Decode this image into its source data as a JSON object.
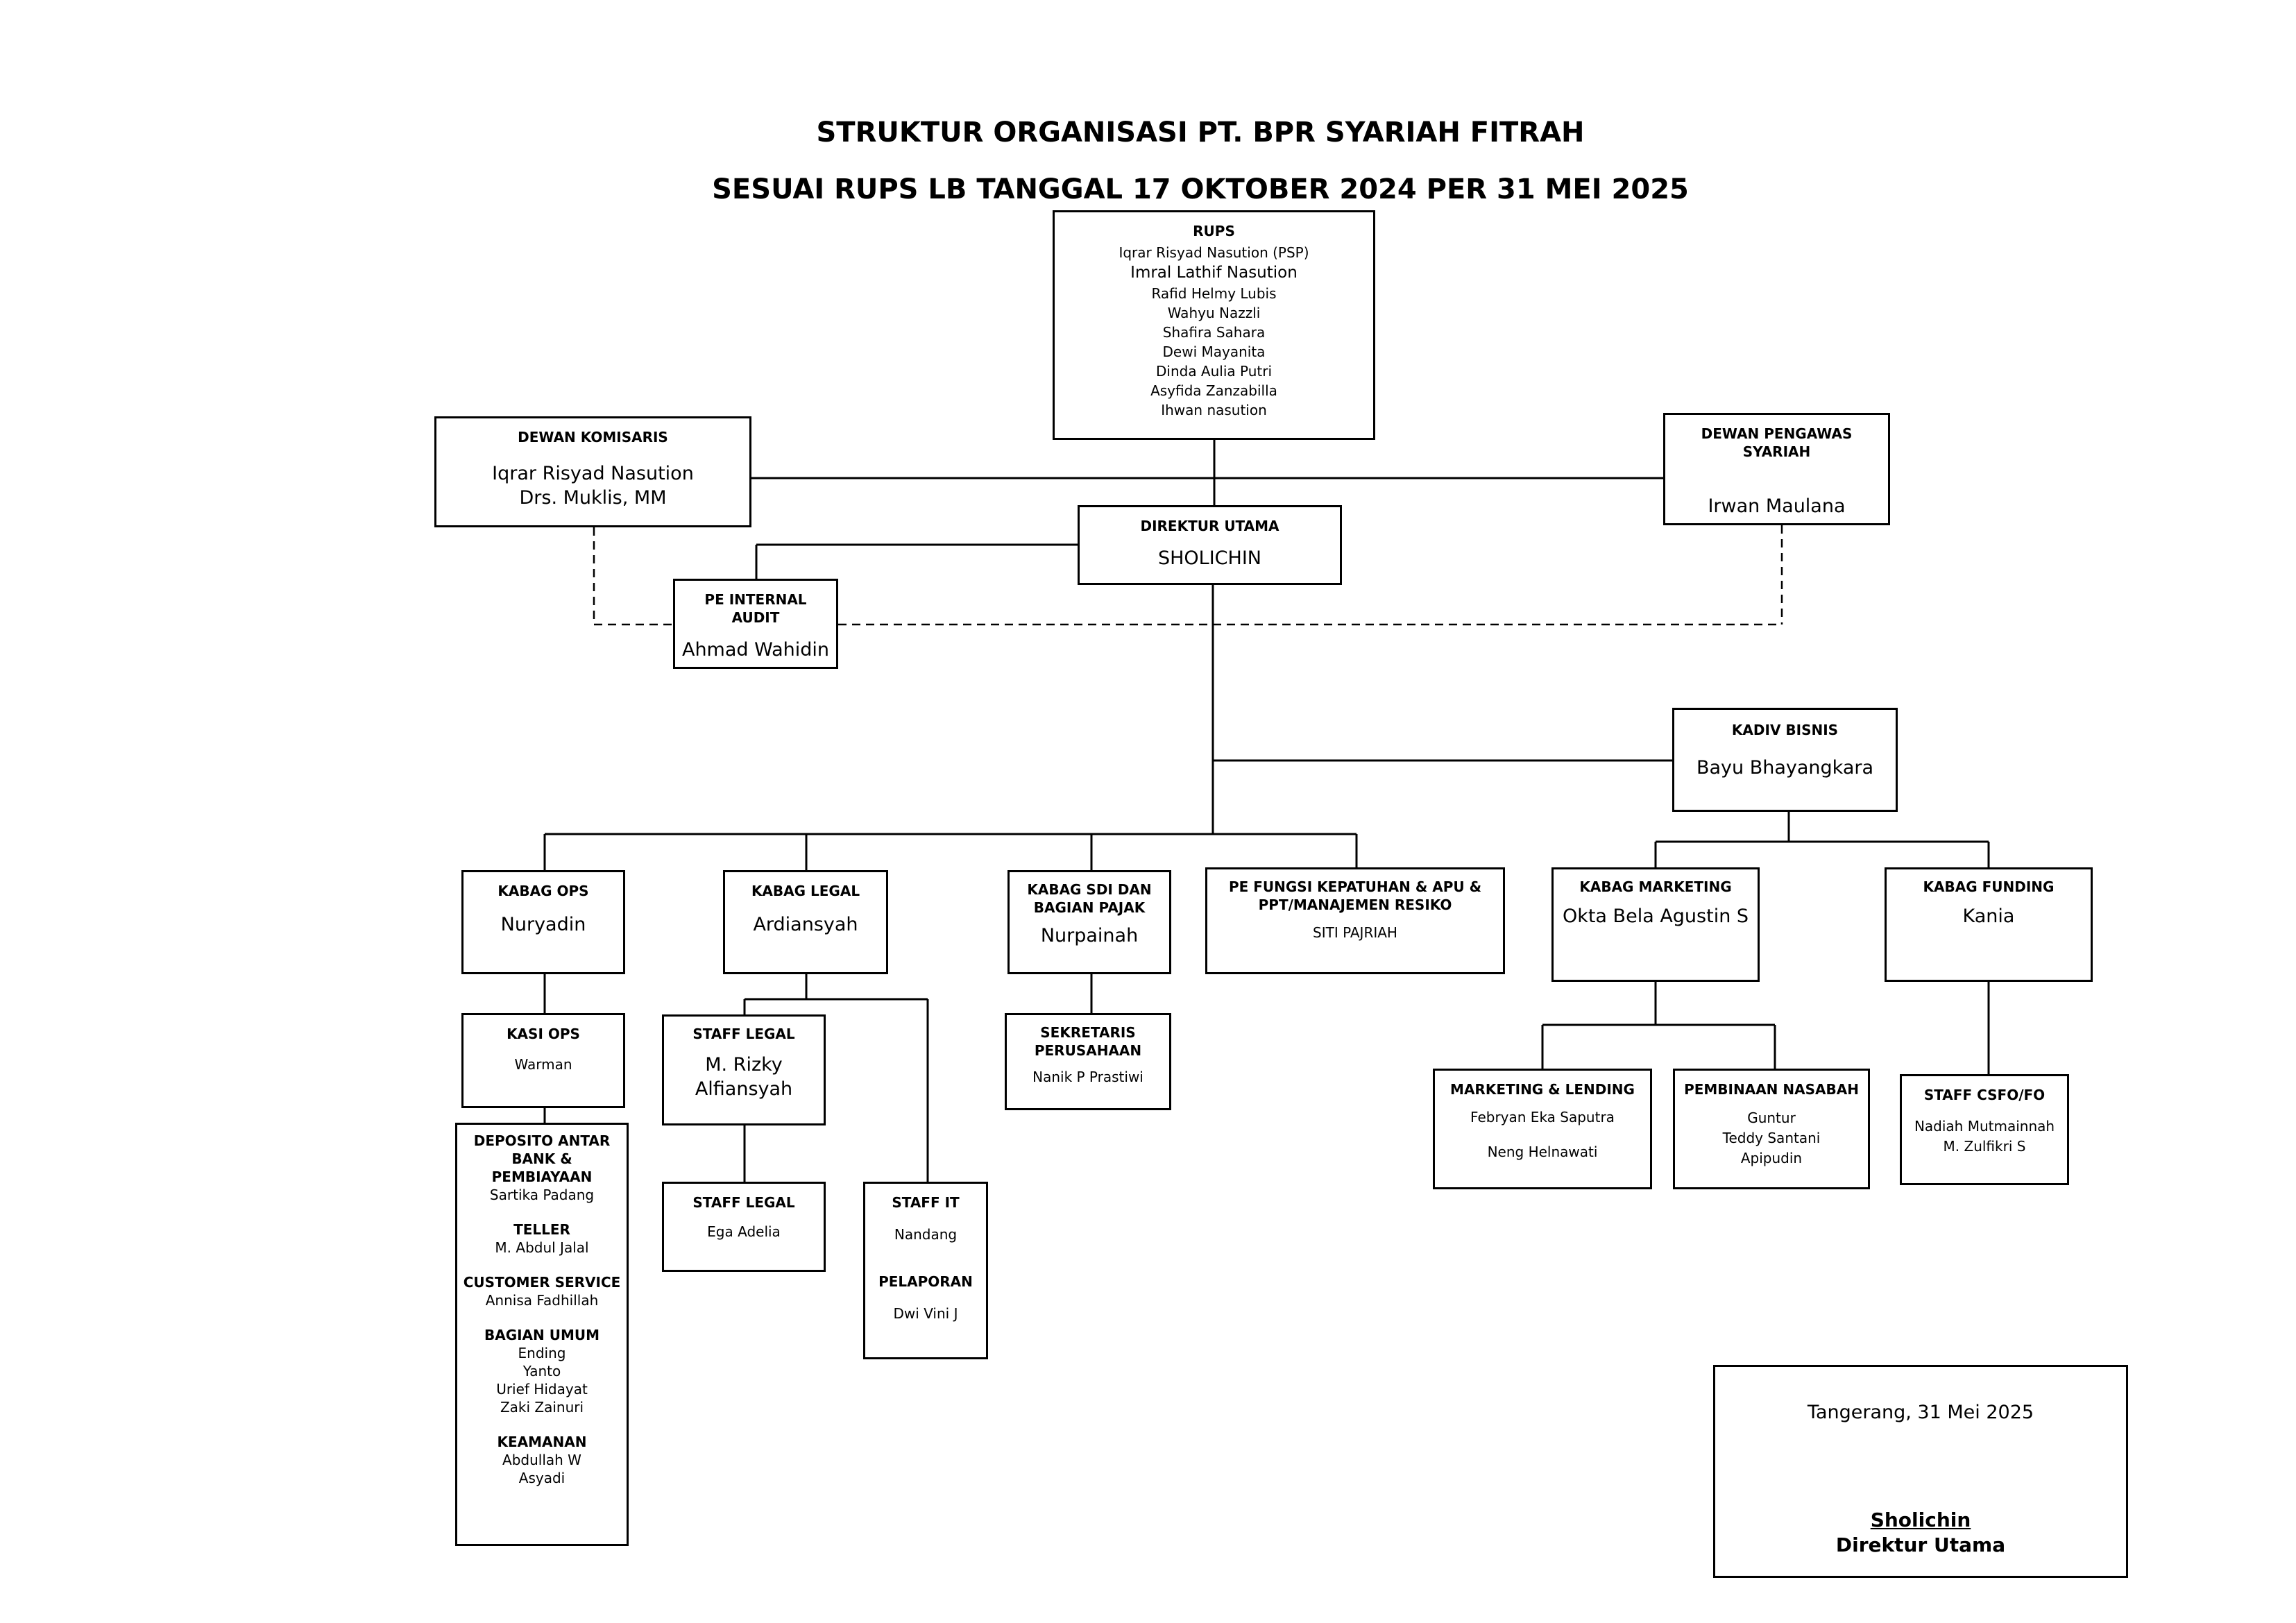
{
  "title": "STRUKTUR ORGANISASI PT. BPR SYARIAH FITRAH",
  "subtitle": "SESUAI RUPS LB TANGGAL 17 OKTOBER 2024 PER 31 MEI 2025",
  "rups": {
    "label": "RUPS",
    "members": [
      "Iqrar Risyad Nasution (PSP)",
      "Imral Lathif Nasution",
      "Rafid Helmy Lubis",
      "Wahyu Nazzli",
      "Shafira Sahara",
      "Dewi Mayanita",
      "Dinda Aulia Putri",
      "Asyfida Zanzabilla",
      "Ihwan nasution"
    ]
  },
  "dewan_komisaris": {
    "label": "DEWAN KOMISARIS",
    "names": [
      "Iqrar Risyad Nasution",
      "Drs. Muklis, MM"
    ]
  },
  "dewan_pengawas": {
    "label": "DEWAN PENGAWAS SYARIAH",
    "name": "Irwan Maulana"
  },
  "direktur_utama": {
    "label": "DIREKTUR UTAMA",
    "name": "SHOLICHIN"
  },
  "internal_audit": {
    "label": "PE INTERNAL AUDIT",
    "name": "Ahmad Wahidin"
  },
  "kadiv_bisnis": {
    "label": "KADIV BISNIS",
    "name": "Bayu Bhayangkara"
  },
  "kabag_ops": {
    "label": "KABAG OPS",
    "name": "Nuryadin"
  },
  "kabag_legal": {
    "label": "KABAG LEGAL",
    "name": "Ardiansyah"
  },
  "kabag_sdi": {
    "label_1": "KABAG  SDI DAN",
    "label_2": "BAGIAN PAJAK",
    "name": "Nurpainah"
  },
  "pe_fungsi": {
    "label_1": "PE FUNGSI KEPATUHAN  & APU &",
    "label_2": "PPT/MANAJEMEN RESIKO",
    "name": "SITI PAJRIAH"
  },
  "kabag_marketing": {
    "label": "KABAG MARKETING",
    "name": "Okta Bela Agustin S"
  },
  "kabag_funding": {
    "label": "KABAG FUNDING",
    "name": "Kania"
  },
  "kasi_ops": {
    "label": "KASI OPS",
    "name": "Warman"
  },
  "staff_legal_1": {
    "label": "STAFF LEGAL",
    "name_1": "M. Rizky",
    "name_2": "Alfiansyah"
  },
  "staff_legal_2": {
    "label": "STAFF LEGAL",
    "name": "Ega Adelia"
  },
  "staff_it": {
    "label": "STAFF IT",
    "name": "Nandang",
    "label_2": "PELAPORAN",
    "name_2": "Dwi Vini J"
  },
  "sekretaris": {
    "label_1": "SEKRETARIS",
    "label_2": "PERUSAHAAN",
    "name": "Nanik P Prastiwi"
  },
  "marketing_lending": {
    "label": "MARKETING & LENDING",
    "names": [
      "Febryan Eka Saputra",
      "Neng Helnawati"
    ]
  },
  "pembinaan_nasabah": {
    "label": "PEMBINAAN NASABAH",
    "names": [
      "Guntur",
      "Teddy Santani",
      "Apipudin"
    ]
  },
  "staff_csfo": {
    "label": "STAFF CSFO/FO",
    "names": [
      "Nadiah Mutmainnah",
      "M. Zulfikri S"
    ]
  },
  "ops_staff": {
    "deposito": {
      "label_1": "DEPOSITO ANTAR",
      "label_2": "BANK &",
      "label_3": "PEMBIAYAAN",
      "name": "Sartika Padang"
    },
    "teller": {
      "label": "TELLER",
      "name": "M. Abdul Jalal"
    },
    "cs": {
      "label": "CUSTOMER SERVICE",
      "name": "Annisa Fadhillah"
    },
    "umum": {
      "label": "BAGIAN UMUM",
      "names": [
        "Ending",
        "Yanto",
        "Urief Hidayat",
        "Zaki Zainuri"
      ]
    },
    "keamanan": {
      "label": "KEAMANAN",
      "names": [
        "Abdullah W",
        "Asyadi"
      ]
    }
  },
  "signature": {
    "place_date": "Tangerang, 31 Mei 2025",
    "name": "Sholichin",
    "title": "Direktur  Utama"
  }
}
